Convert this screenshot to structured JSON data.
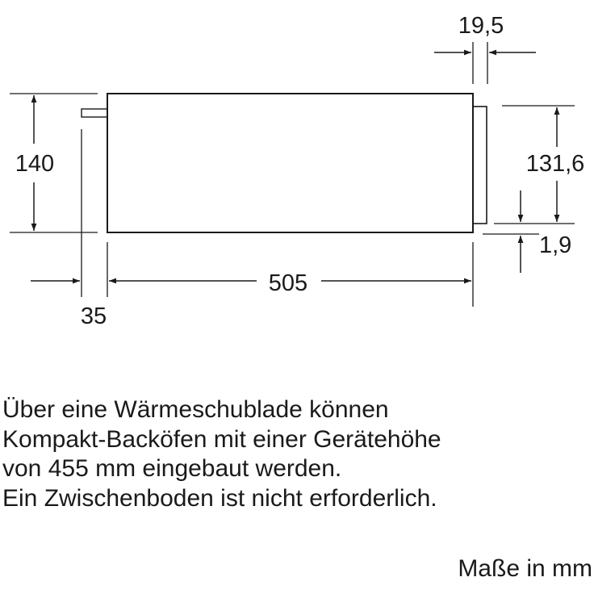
{
  "dimensions": {
    "width_top": "19,5",
    "height_left": "140",
    "height_right": "131,6",
    "gap_bottom": "1,9",
    "depth": "505",
    "front_offset": "35"
  },
  "description": {
    "lines": [
      "Über eine Wärmeschublade können",
      "Kompakt-Backöfen mit einer Gerätehöhe",
      "von 455 mm eingebaut werden.",
      "Ein Zwischenboden ist nicht erforderlich."
    ]
  },
  "units_note": "Maße in mm",
  "colors": {
    "line": "#1a1a1a",
    "text": "#1a1a1a",
    "background": "#ffffff"
  }
}
